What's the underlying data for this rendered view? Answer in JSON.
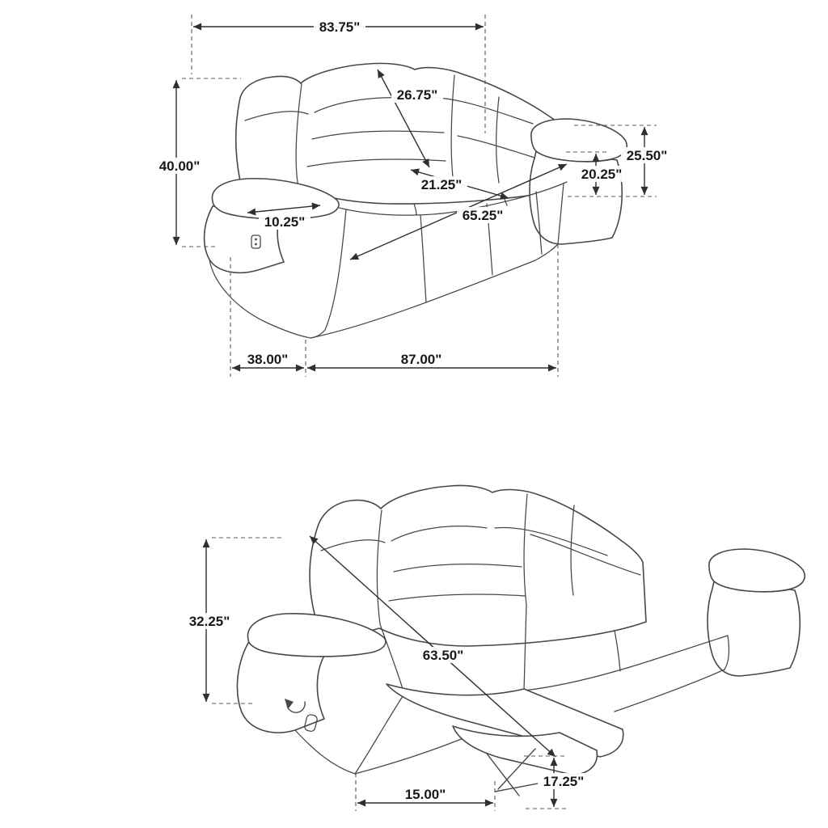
{
  "diagram": {
    "subject": "reclining sofa dimension diagram",
    "views": {
      "upright": "sofa upright view",
      "reclined": "sofa reclined view"
    },
    "dimensions_upright": {
      "overall_width": "83.75\"",
      "back_cushion_diagonal": "26.75\"",
      "overall_height": "40.00\"",
      "arm_height": "25.50\"",
      "seat_height": "20.25\"",
      "seat_depth": "21.25\"",
      "armrest_width": "10.25\"",
      "seat_width": "65.25\"",
      "overall_depth": "38.00\"",
      "base_width": "87.00\""
    },
    "dimensions_reclined": {
      "reclined_back_height": "32.25\"",
      "reclined_overall_length": "63.50\"",
      "footrest_floor_depth": "15.00\"",
      "footrest_height": "17.25\""
    }
  }
}
